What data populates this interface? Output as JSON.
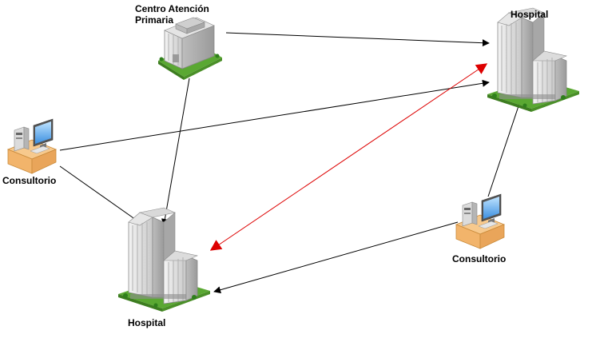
{
  "nodes": {
    "cap": {
      "label_line1": "Centro Atención",
      "label_line2": "Primaria"
    },
    "hospital_top": {
      "label": "Hospital"
    },
    "hospital_bottom": {
      "label": "Hospital"
    },
    "consultorio_left": {
      "label": "Consultorio"
    },
    "consultorio_right": {
      "label": "Consultorio"
    }
  },
  "edges": [
    {
      "from": "cap",
      "to": "hospital_top",
      "color": "#000000"
    },
    {
      "from": "cap",
      "to": "hospital_bottom",
      "color": "#000000"
    },
    {
      "from": "consultorio_left",
      "to": "hospital_top",
      "color": "#000000"
    },
    {
      "from": "consultorio_left",
      "to": "hospital_bottom",
      "color": "#000000"
    },
    {
      "from": "consultorio_right",
      "to": "hospital_top",
      "color": "#000000"
    },
    {
      "from": "consultorio_right",
      "to": "hospital_bottom",
      "color": "#000000"
    },
    {
      "from": "hospital_top",
      "to": "hospital_bottom",
      "color": "#dd0000",
      "bidirectional": true
    }
  ]
}
